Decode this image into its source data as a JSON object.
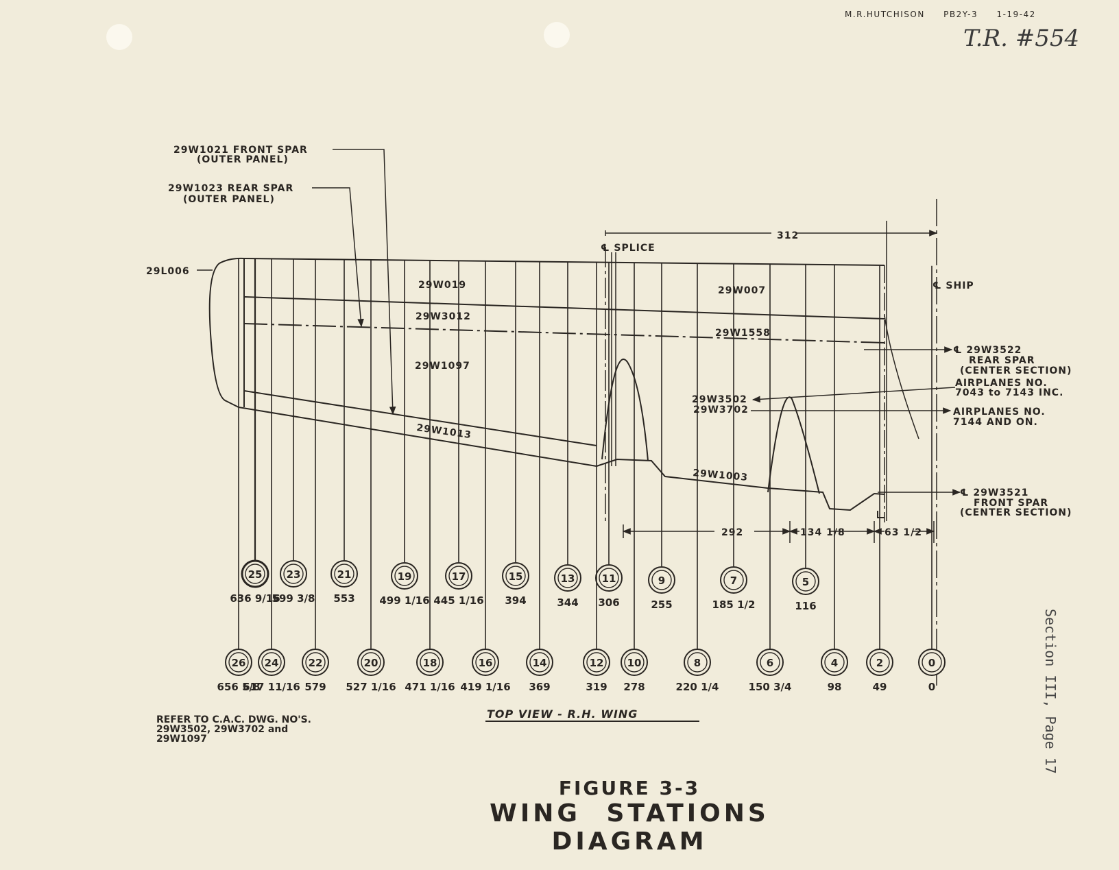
{
  "header": {
    "author": "M.R.HUTCHISON",
    "model": "PB2Y-3",
    "date": "1-19-42",
    "handwritten": "T.R. #554"
  },
  "side_note": "Section III, Page 17",
  "callouts": {
    "front_spar_outer": [
      "29W1021 FRONT SPAR",
      "(OUTER PANEL)"
    ],
    "rear_spar_outer": [
      "29W1023 REAR SPAR",
      "(OUTER PANEL)"
    ],
    "tip": "29L006",
    "splice": "℄ SPLICE",
    "ship": "℄ SHIP",
    "dim_312": "312",
    "rear_spar_center": [
      "℄ 29W3522",
      "REAR SPAR",
      "(CENTER SECTION)"
    ],
    "airplanes_1": [
      "AIRPLANES NO.",
      "7043 to 7143 INC."
    ],
    "airplanes_2": [
      "AIRPLANES NO.",
      "7144 AND ON."
    ],
    "front_spar_center": [
      "℄ 29W3521",
      "FRONT SPAR",
      "(CENTER SECTION)"
    ],
    "dims_bottom": [
      "292",
      "134 1/8",
      "63 1/2"
    ]
  },
  "parts": [
    "29W019",
    "29W3012",
    "29W1097",
    "29W1013",
    "29W007",
    "29W1558",
    "29W3502",
    "29W3702",
    "29W1003"
  ],
  "stations_upper": [
    {
      "num": "25",
      "value": "636 9/16"
    },
    {
      "num": "23",
      "value": "599 3/8"
    },
    {
      "num": "21",
      "value": "553"
    },
    {
      "num": "19",
      "value": "499 1/16"
    },
    {
      "num": "17",
      "value": "445 1/16"
    },
    {
      "num": "15",
      "value": "394"
    },
    {
      "num": "13",
      "value": "344"
    },
    {
      "num": "11",
      "value": "306"
    },
    {
      "num": "9",
      "value": "255"
    },
    {
      "num": "7",
      "value": "185 1/2"
    },
    {
      "num": "5",
      "value": "116"
    }
  ],
  "stations_lower": [
    {
      "num": "26",
      "value": "656 5/8"
    },
    {
      "num": "24",
      "value": "617 11/16"
    },
    {
      "num": "22",
      "value": "579"
    },
    {
      "num": "20",
      "value": "527 1/16"
    },
    {
      "num": "18",
      "value": "471 1/16"
    },
    {
      "num": "16",
      "value": "419 1/16"
    },
    {
      "num": "14",
      "value": "369"
    },
    {
      "num": "12",
      "value": "319"
    },
    {
      "num": "10",
      "value": "278"
    },
    {
      "num": "8",
      "value": "220 1/4"
    },
    {
      "num": "6",
      "value": "150 3/4"
    },
    {
      "num": "4",
      "value": "98"
    },
    {
      "num": "2",
      "value": "49"
    },
    {
      "num": "0",
      "value": "0"
    }
  ],
  "view_title": "TOP VIEW - R.H. WING",
  "reference": [
    "REFER TO C.A.C. DWG. NO'S.",
    "29W3502, 29W3702 and",
    "29W1097"
  ],
  "figure": {
    "number": "FIGURE 3-3",
    "title": "WING STATIONS DIAGRAM"
  }
}
